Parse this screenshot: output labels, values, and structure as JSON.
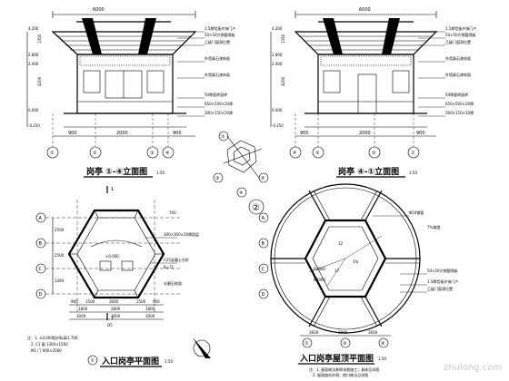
{
  "titles": {
    "front_elev": "岗亭 ①-④立面图",
    "front_elev_scale": "1:50",
    "rear_elev": "岗亭 ④-①立面图",
    "rear_elev_scale": "1:50",
    "plan": "入口岗亭平面图",
    "plan_scale": "1:50",
    "roof_plan": "入口岗亭屋顶平面图",
    "roof_scale": "1:50"
  },
  "bubbles": {
    "b1": "①",
    "b2": "②",
    "b3": "③",
    "b4": "④",
    "b5": "⑤"
  },
  "elev_left": {
    "overall": "6000",
    "levels": [
      "4.200",
      "2.800",
      "2.400",
      "0.000",
      "-0.250"
    ],
    "heights": [
      "1350",
      "4200"
    ],
    "bottom_dims": [
      "900",
      "2000",
      "900"
    ],
    "callouts": [
      "1.5厚铝板外饰门户",
      "50×50方钢管隔板",
      "乙级门窗洞位置",
      "外墙真石漆饰面",
      "外墙真石漆饰面",
      "50厚瓷砖面砖",
      "650×500×20厚",
      "300×150×20厚"
    ]
  },
  "elev_right": {
    "overall": "6000",
    "levels": [
      "4.200",
      "2.800",
      "2.400",
      "0.000",
      "-0.250"
    ],
    "heights": [
      "1350",
      "4200"
    ],
    "bottom_dims": [
      "900",
      "2000",
      "900"
    ],
    "callouts": [
      "1.5厚铝板外饰门户",
      "50×50方钢管隔板",
      "乙级门窗洞位置",
      "外墙真石漆饰面",
      "外墙真石漆饰面",
      "50厚瓷砖面砖",
      "650×500×20厚",
      "300×150×20厚"
    ]
  },
  "plan": {
    "axes_v": [
      "1",
      "2",
      "3",
      "4"
    ],
    "axes_h": [
      "A",
      "B",
      "C",
      "D"
    ],
    "section_mark": "1",
    "dims_left": [
      "2500",
      "2500",
      "1400"
    ],
    "dims_bottom_1": [
      "900",
      "1500",
      "3000",
      "1500",
      "900"
    ],
    "dims_bottom_2": [
      "1800",
      "2800",
      "1800"
    ],
    "dims_bottom_3": [
      "3000",
      "3600",
      "3000"
    ],
    "dim_right": "700",
    "callouts": [
      "300×300×20厚面层",
      "C25混凝土台阶",
      "B=71",
      "水磨石地面"
    ],
    "floor_level": "±0.000",
    "notes": [
      "注：1. ±0.000相对标高1.700",
      "2. C1 窗  1300×1500",
      "   M1 门  900×2000"
    ],
    "bottom_label": "D5"
  },
  "roof": {
    "callouts": [
      "Φ50钢管",
      "12",
      "7%坡度",
      "1%",
      "R2600",
      "R3000",
      "17",
      "50×50方钢管隔板",
      "1.5厚铝板外饰门户",
      "乙级门窗洞位置"
    ],
    "dims_bottom": [
      "3600",
      "2000",
      "3600"
    ],
    "notes": [
      "注：1. 屋面做法参照本图施工，具体见详图",
      "2. 屋面坡向外侧，檐口做法见详图"
    ]
  },
  "watermark": "zhulong.com"
}
